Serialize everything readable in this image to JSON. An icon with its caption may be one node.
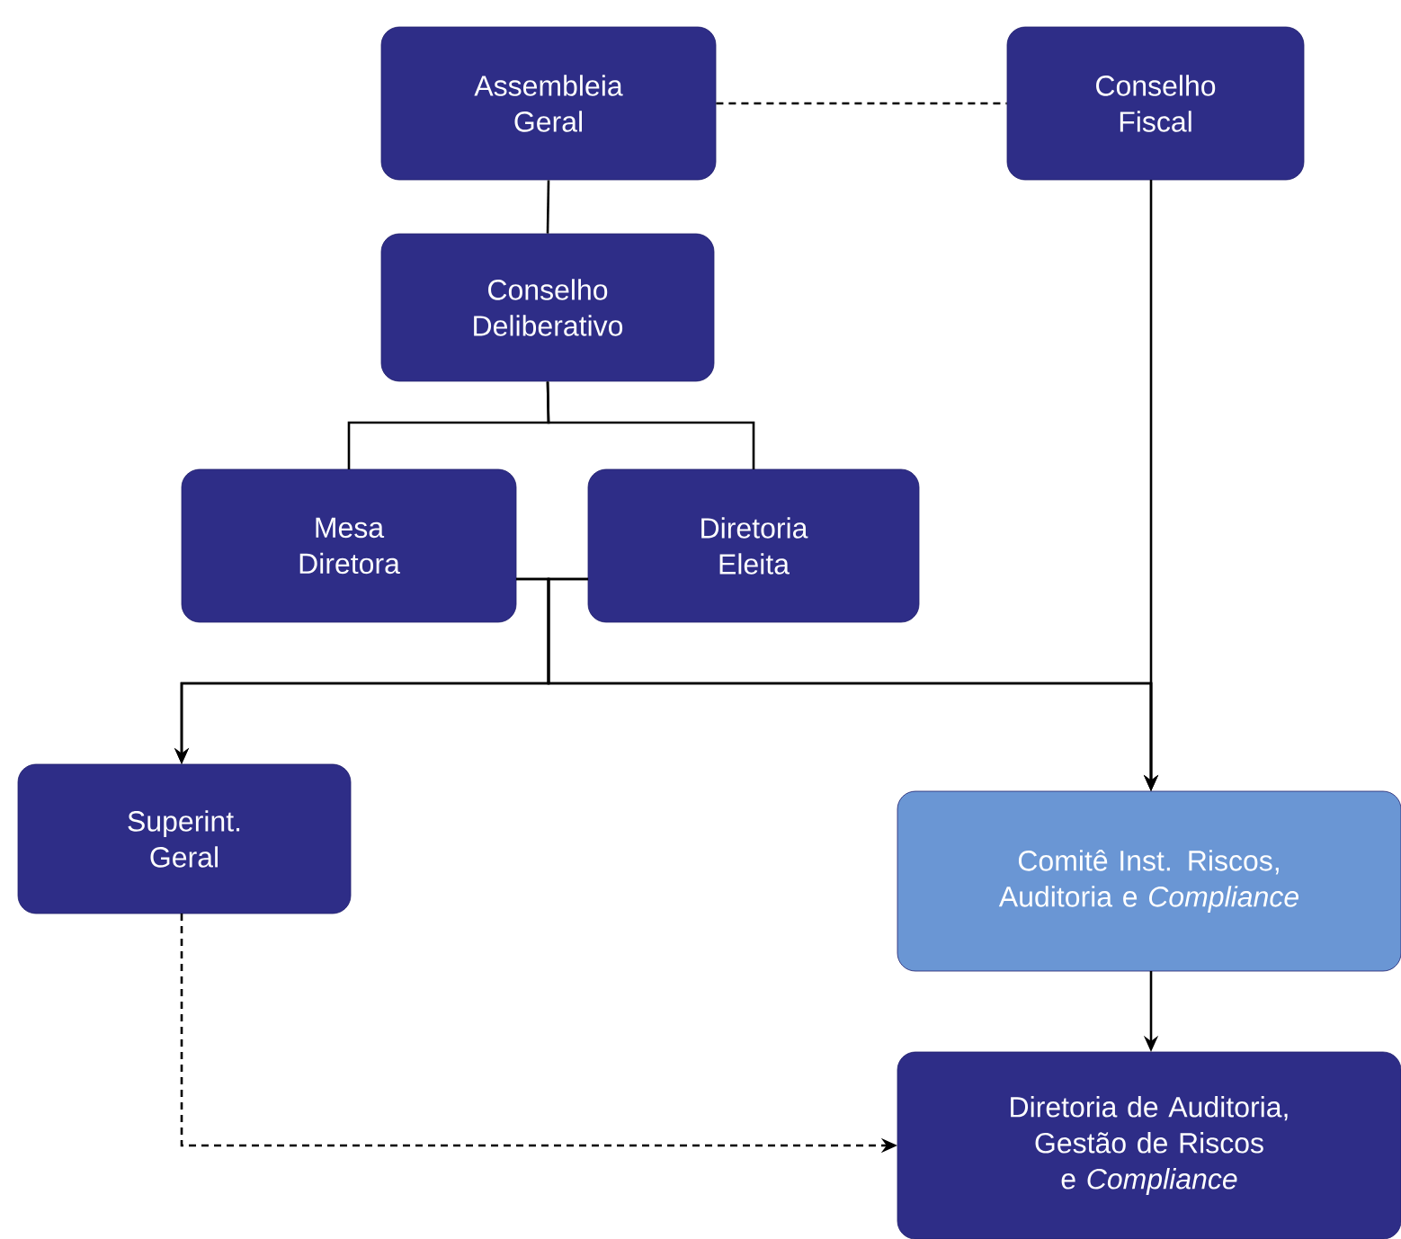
{
  "diagram": {
    "nodes": [
      {
        "text": [
          "Assembleia Geral"
        ]
      },
      {
        "text": [
          "Conselho Fiscal"
        ]
      },
      {
        "text": [
          "Conselho Deliberativo"
        ]
      },
      {
        "text": [
          "Mesa Diretora"
        ]
      },
      {
        "text": [
          "Diretoria Eleita"
        ]
      },
      {
        "text": [
          "Superint. Geral"
        ]
      },
      {
        "text": [
          "Comitê Inst. Riscos, Auditoria e *Compliance*"
        ]
      },
      {
        "text": [
          "Diretoria de Auditoria, Gestão de Riscos e *Compliance*"
        ]
      }
    ],
    "edges": [
      {
        "from": 0,
        "to": 1,
        "arrow": "none",
        "style": "dashed"
      },
      {
        "from": 0,
        "to": 2,
        "arrow": "none"
      },
      {
        "from": 2,
        "to": 3,
        "arrow": "none"
      },
      {
        "from": 2,
        "to": 4,
        "arrow": "none"
      },
      {
        "from": 3,
        "to": 5,
        "arrow": "to"
      },
      {
        "from": 4,
        "to": 5,
        "arrow": "to"
      },
      {
        "from": 3,
        "to": 6,
        "arrow": "to"
      },
      {
        "from": 4,
        "to": 6,
        "arrow": "to"
      },
      {
        "from": 1,
        "to": 6,
        "arrow": "to"
      },
      {
        "from": 6,
        "to": 7,
        "arrow": "to"
      },
      {
        "from": 5,
        "to": 7,
        "arrow": "to",
        "style": "dashed"
      }
    ]
  }
}
